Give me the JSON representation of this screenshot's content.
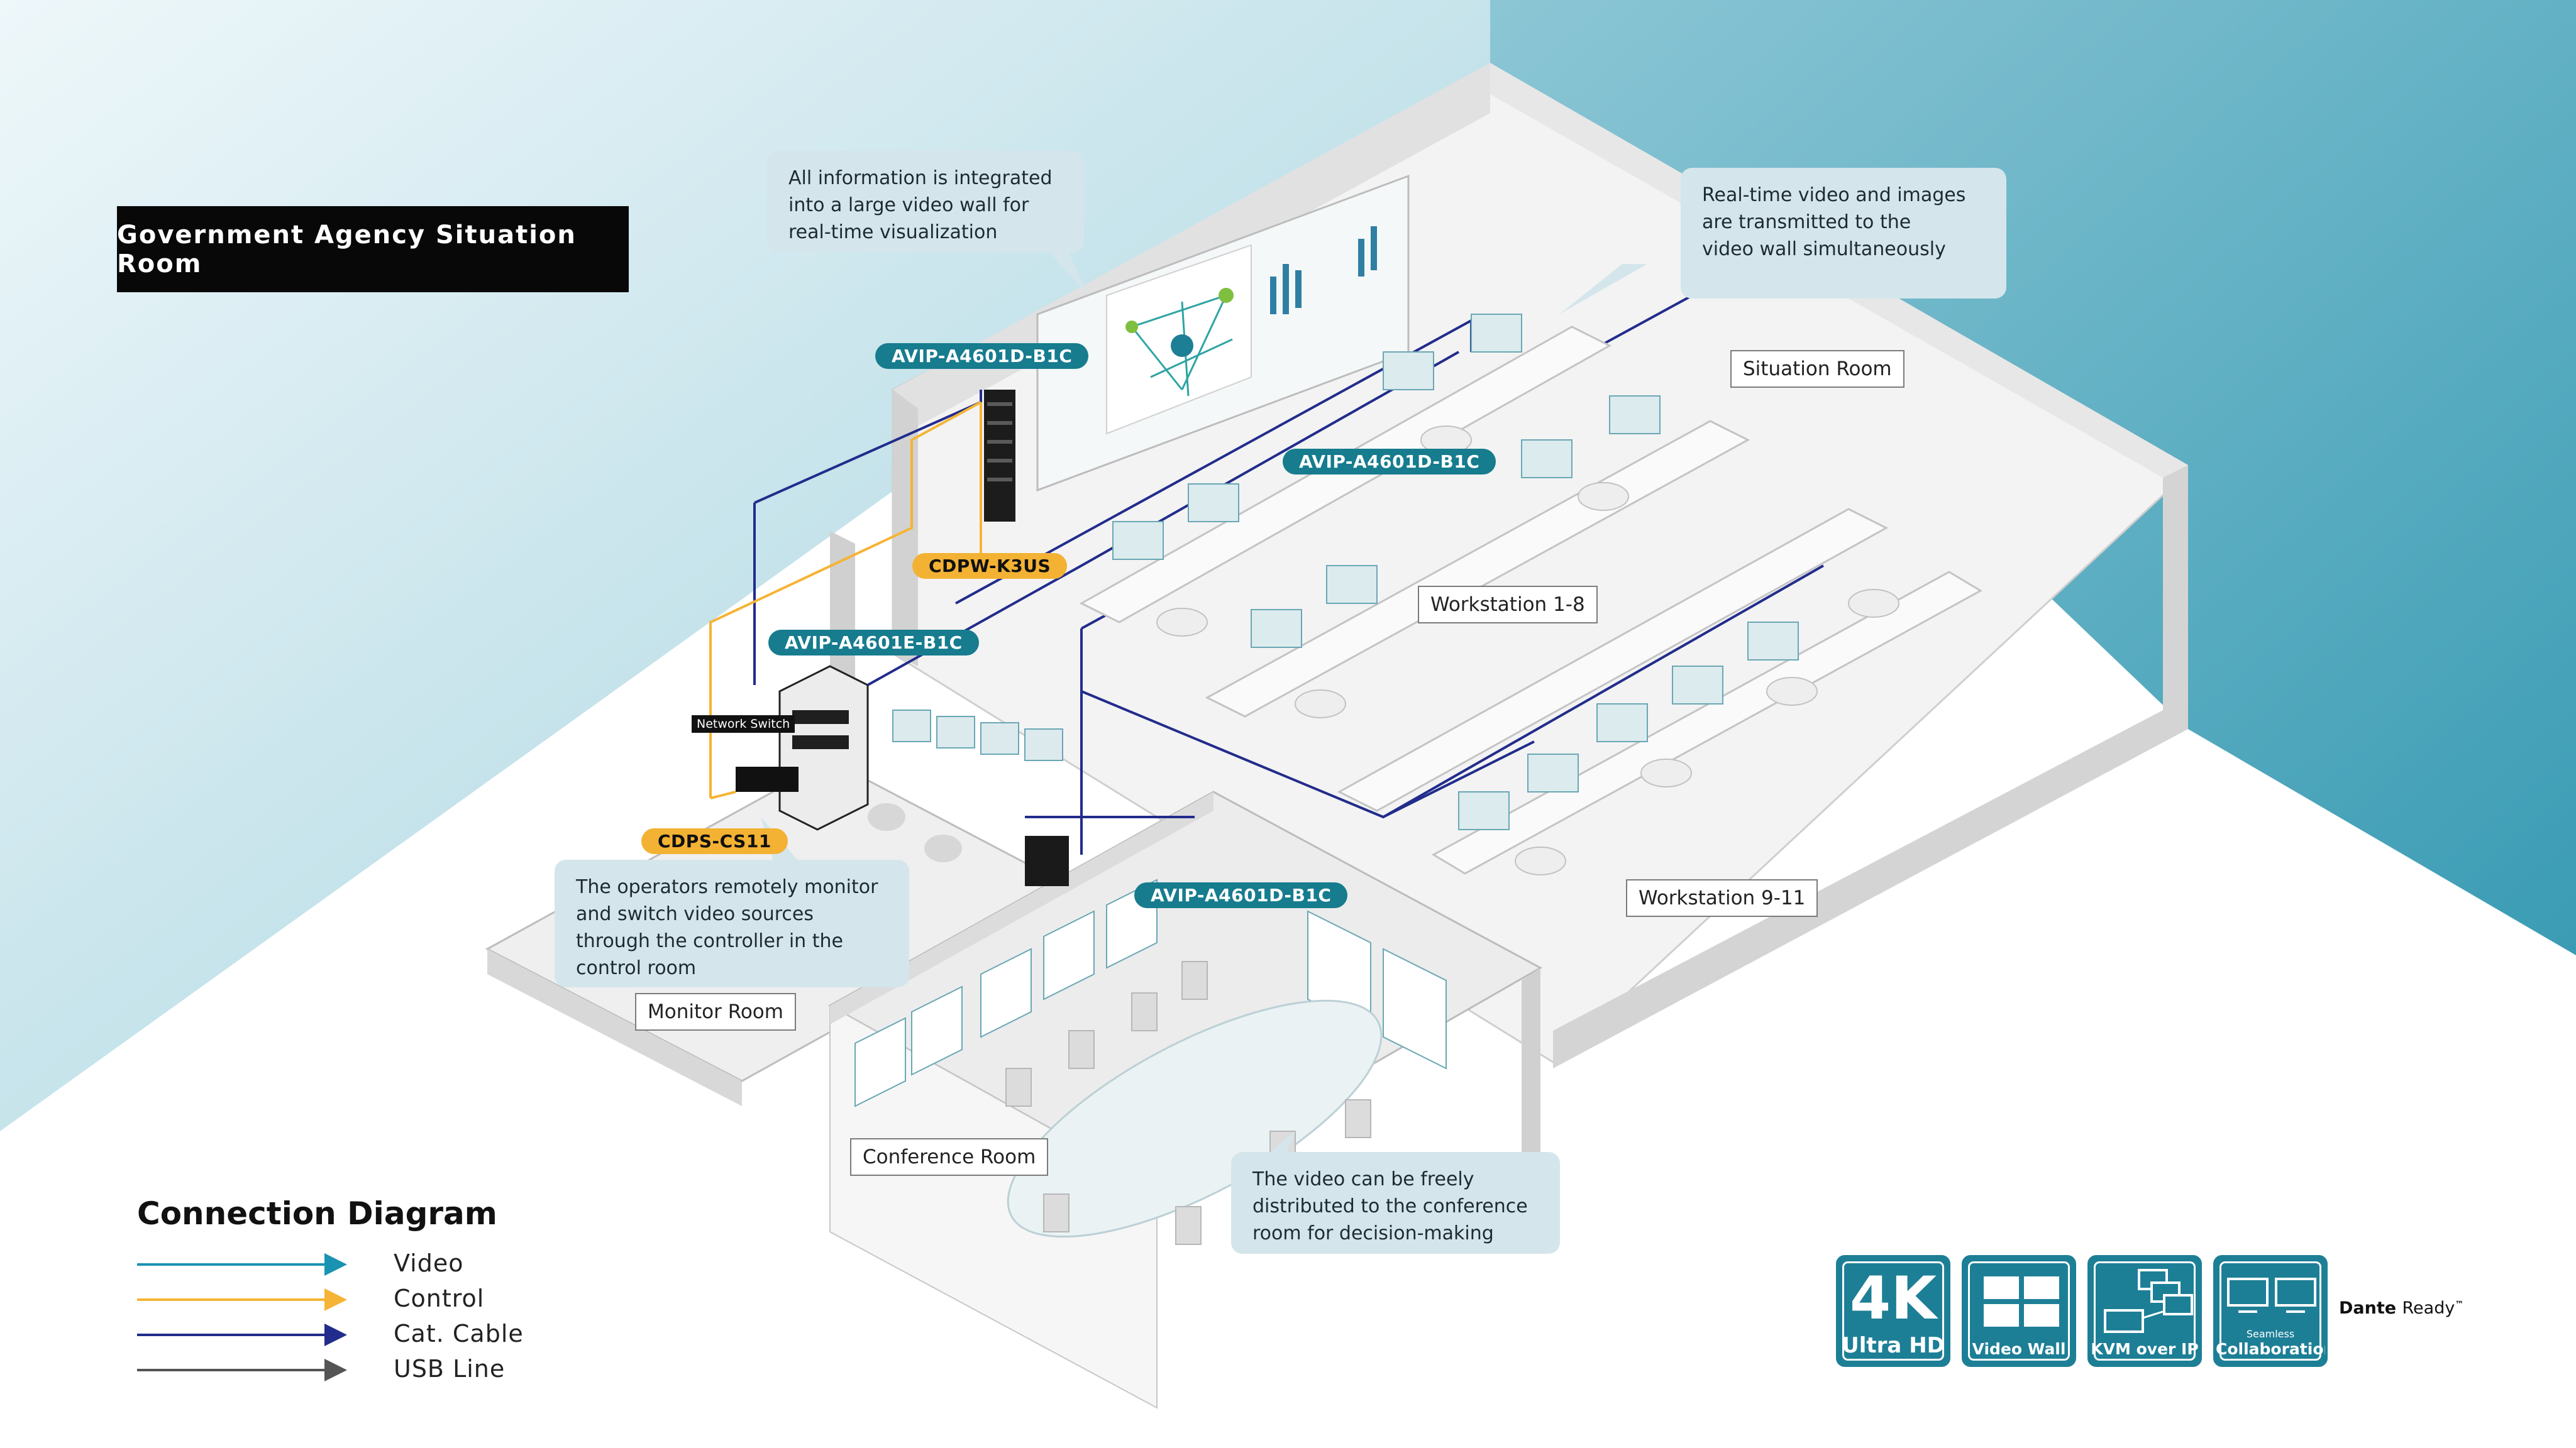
{
  "title": "Government Agency Situation Room",
  "callouts": {
    "video_wall": [
      "All information is integrated",
      "into a large video wall for",
      "real-time visualization"
    ],
    "realtime": [
      "Real-time video and images",
      "are transmitted to the",
      "video wall simultaneously"
    ],
    "operators": [
      "The operators remotely monitor",
      "and switch video sources",
      "through the controller in the",
      "control room"
    ],
    "conference": [
      "The video can be freely",
      "distributed to the conference",
      "room for decision-making"
    ]
  },
  "rooms": {
    "situation": "Situation Room",
    "workstation_1_8": "Workstation 1-8",
    "workstation_9_11": "Workstation 9-11",
    "monitor": "Monitor Room",
    "conference": "Conference Room"
  },
  "devices": {
    "avip_top": "AVIP-A4601D-B1C",
    "avip_mid": "AVIP-A4601D-B1C",
    "avip_e": "AVIP-A4601E-B1C",
    "avip_conf": "AVIP-A4601D-B1C",
    "cdpw": "CDPW-K3US",
    "cdps": "CDPS-CS11",
    "network_switch": "Network Switch"
  },
  "legend": {
    "title": "Connection Diagram",
    "items": [
      {
        "label": "Video",
        "color": "#1a93b3"
      },
      {
        "label": "Control",
        "color": "#f5b435"
      },
      {
        "label": "Cat. Cable",
        "color": "#222c8c"
      },
      {
        "label": "USB Line",
        "color": "#555555"
      }
    ]
  },
  "badges": {
    "ultra_hd_big": "4K",
    "ultra_hd": "Ultra HD",
    "video_wall": "Video Wall",
    "kvm": "KVM over IP",
    "seamless_small": "Seamless",
    "seamless": "Collaboration",
    "dante": "Dante",
    "dante_ready": "Ready"
  },
  "colors": {
    "bg_left": "#d9ecf2",
    "bg_right": "#5aaec2",
    "teal": "#167c8e",
    "yellow": "#f3b233",
    "video": "#1a93b3",
    "cat_cable": "#222c8c"
  }
}
